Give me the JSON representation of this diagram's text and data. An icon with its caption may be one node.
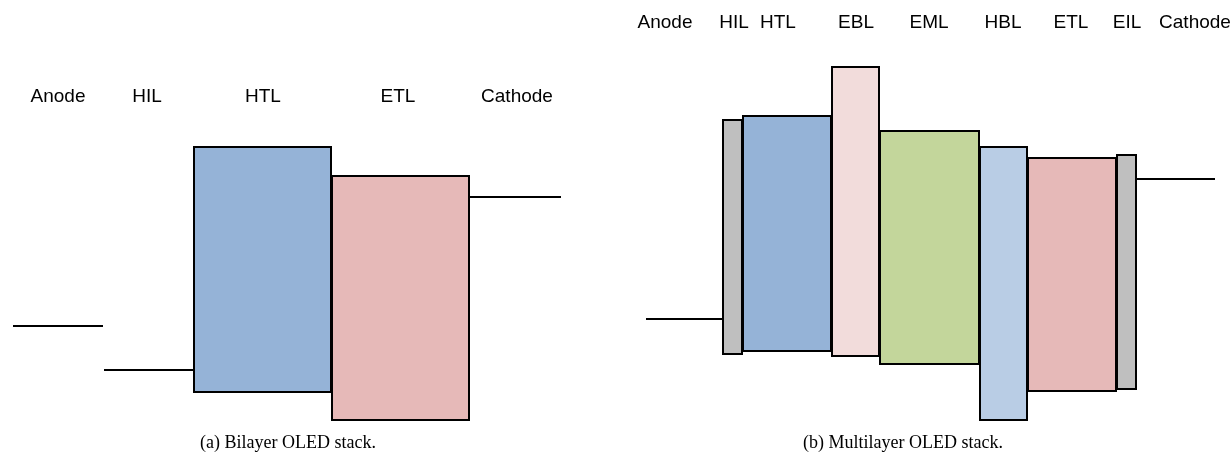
{
  "diagram": {
    "labels": [
      "Anode",
      "HIL",
      "HTL",
      "EBL",
      "EML",
      "HBL",
      "ETL",
      "EIL",
      "Cathode",
      "Anode",
      "HIL",
      "HTL",
      "ETL",
      "Cathode",
      "(a) Bilayer OLED stack.",
      "(b) Multilayer OLED stack."
    ]
  }
}
